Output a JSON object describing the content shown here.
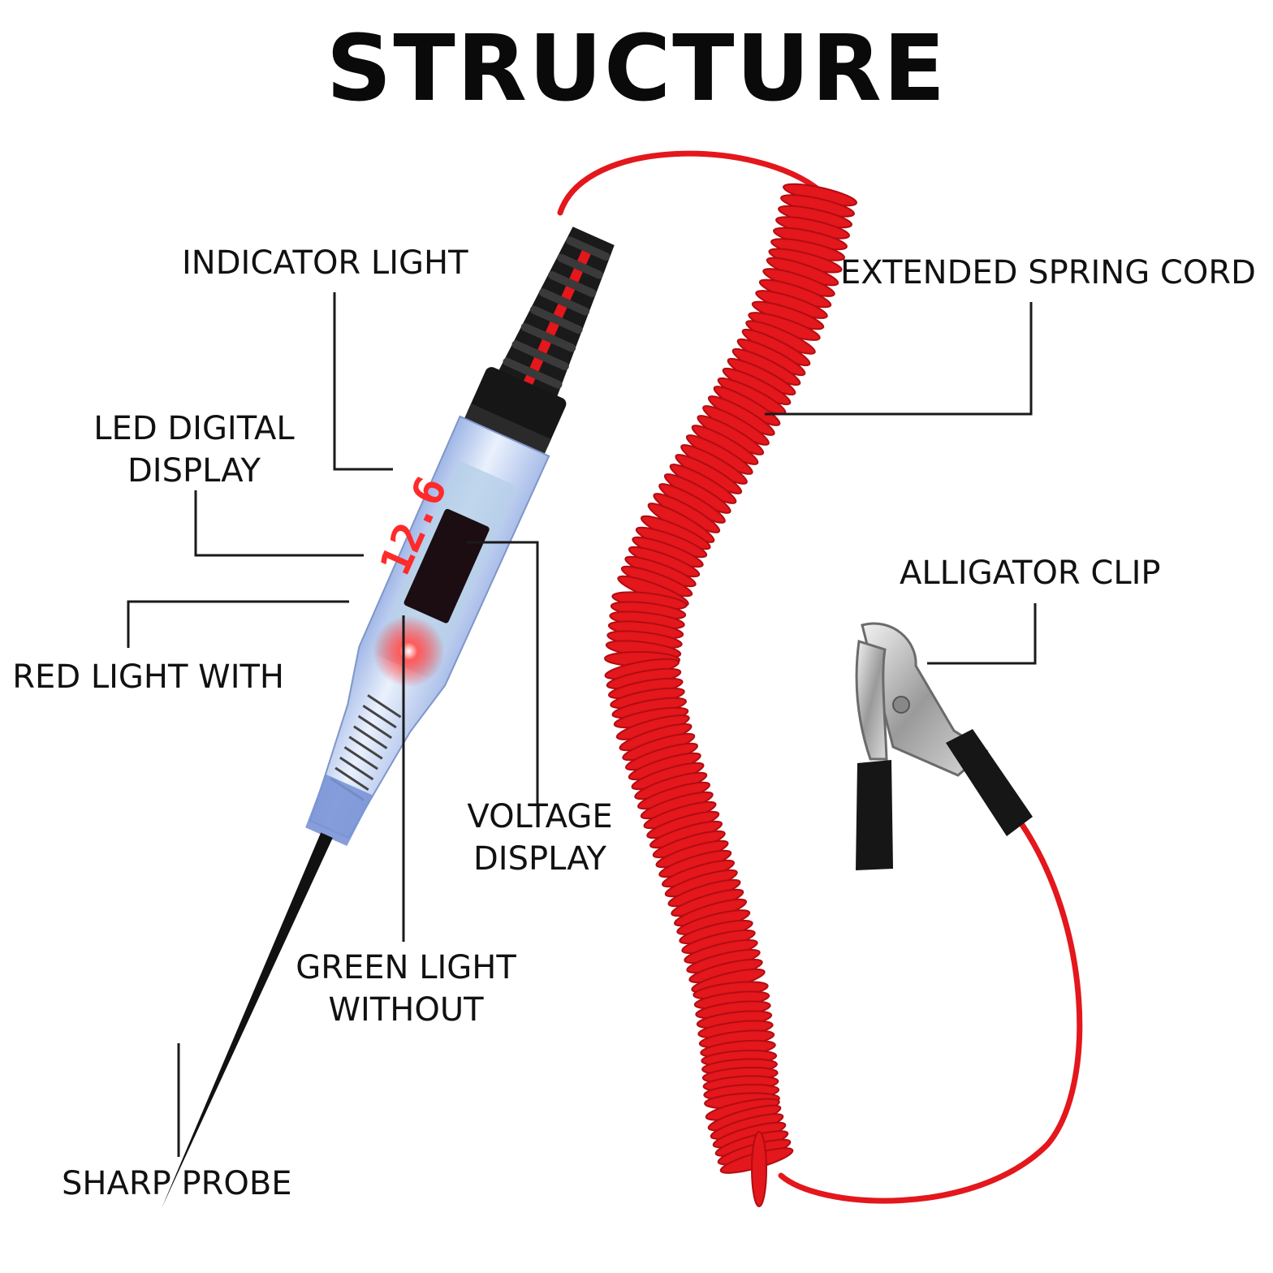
{
  "title": "STRUCTURE",
  "labels": {
    "indicator_light": "INDICATOR LIGHT",
    "led_display_line1": "LED DIGITAL",
    "led_display_line2": "DISPLAY",
    "red_light": "RED LIGHT WITH",
    "voltage_display_line1": "VOLTAGE",
    "voltage_display_line2": "DISPLAY",
    "green_light_line1": "GREEN LIGHT",
    "green_light_line2": "WITHOUT",
    "sharp_probe": "SHARP PROBE",
    "spring_cord": "EXTENDED SPRING CORD",
    "alligator_clip": "ALLIGATOR CLIP"
  },
  "device": {
    "display_reading": "12.6"
  },
  "colors": {
    "cord": "#e3171c",
    "cord_dark": "#b00d12",
    "text": "#111111",
    "lead_line": "#1a1a1a",
    "body": "#c9d8f2",
    "probe": "#111111",
    "display": "#ff2a2a"
  }
}
